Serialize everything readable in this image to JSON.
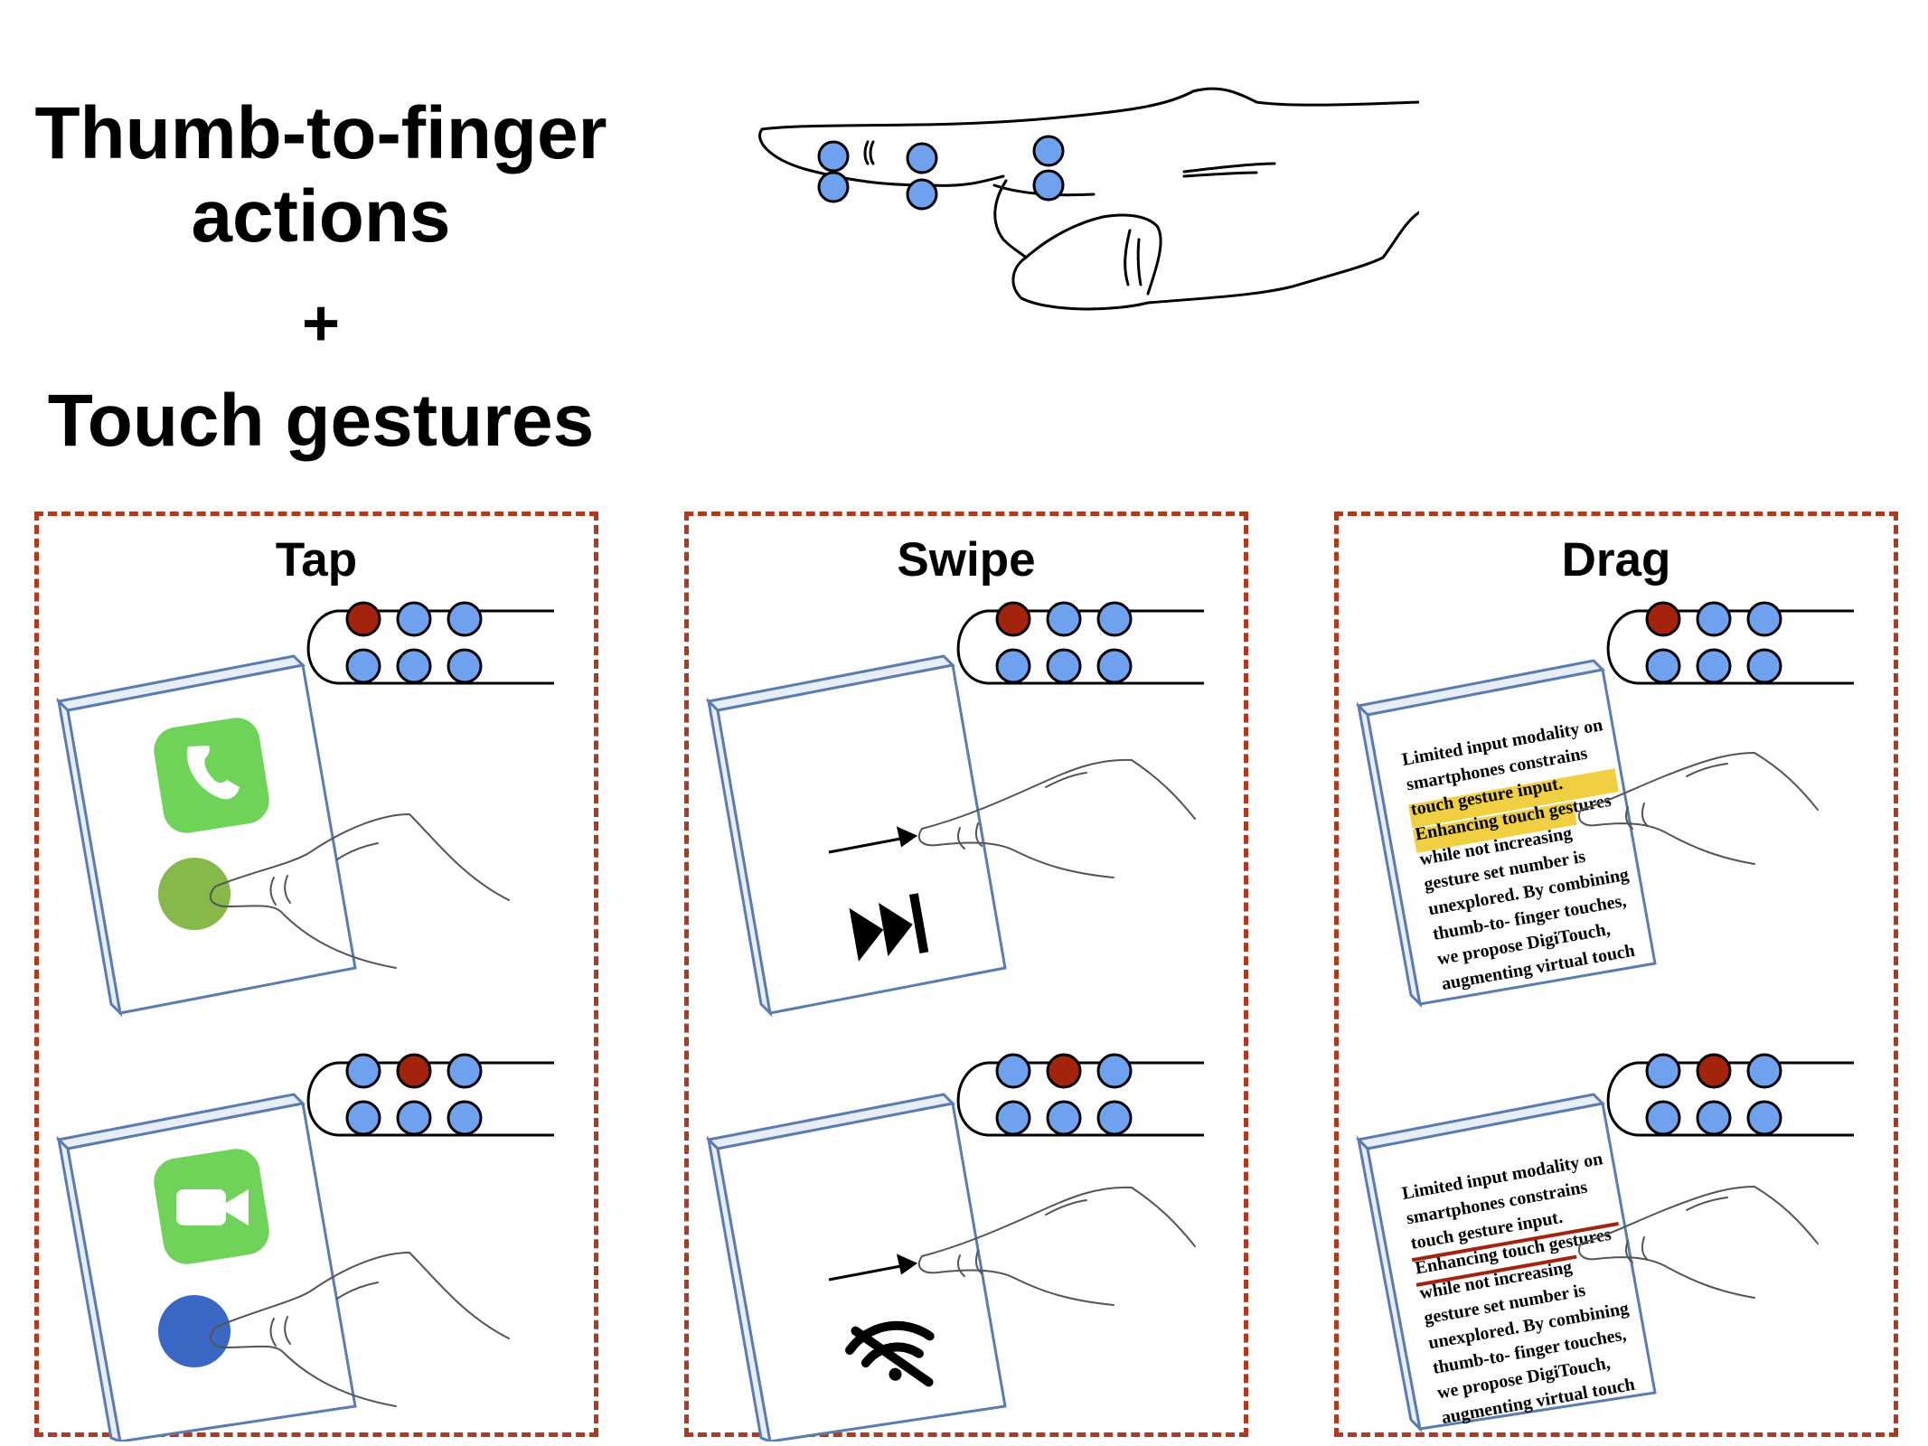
{
  "headline": {
    "line1": "Thumb-to-finger",
    "line2": "actions",
    "plus": "+",
    "line3": "Touch gestures"
  },
  "panels": [
    {
      "title": "Tap",
      "rows": [
        {
          "active_dot": 0,
          "app": "phone-app"
        },
        {
          "active_dot": 1,
          "app": "facetime-app"
        }
      ]
    },
    {
      "title": "Swipe",
      "rows": [
        {
          "active_dot": 0,
          "icon": "fast-forward-icon"
        },
        {
          "active_dot": 1,
          "icon": "wifi-off-icon"
        }
      ]
    },
    {
      "title": "Drag",
      "rows": [
        {
          "active_dot": 0,
          "mark": "highlight"
        },
        {
          "active_dot": 1,
          "mark": "underline"
        }
      ]
    }
  ],
  "document_lines": [
    "Limited input modality on",
    "smartphones constrains",
    "touch gesture input.",
    "Enhancing touch gestures",
    "while not increasing",
    "gesture set number is",
    "unexplored. By combining",
    "thumb-to- finger touches,",
    "we propose DigiTouch,",
    "augmenting virtual touch"
  ],
  "colors": {
    "dot_inactive": "#6fa1ef",
    "dot_active": "#a3230d",
    "panel_border": "#b03a1f",
    "highlight": "#f0d040",
    "underline": "#a3230d",
    "tap_green": "#86b84a",
    "tap_blue": "#3a66c4"
  }
}
